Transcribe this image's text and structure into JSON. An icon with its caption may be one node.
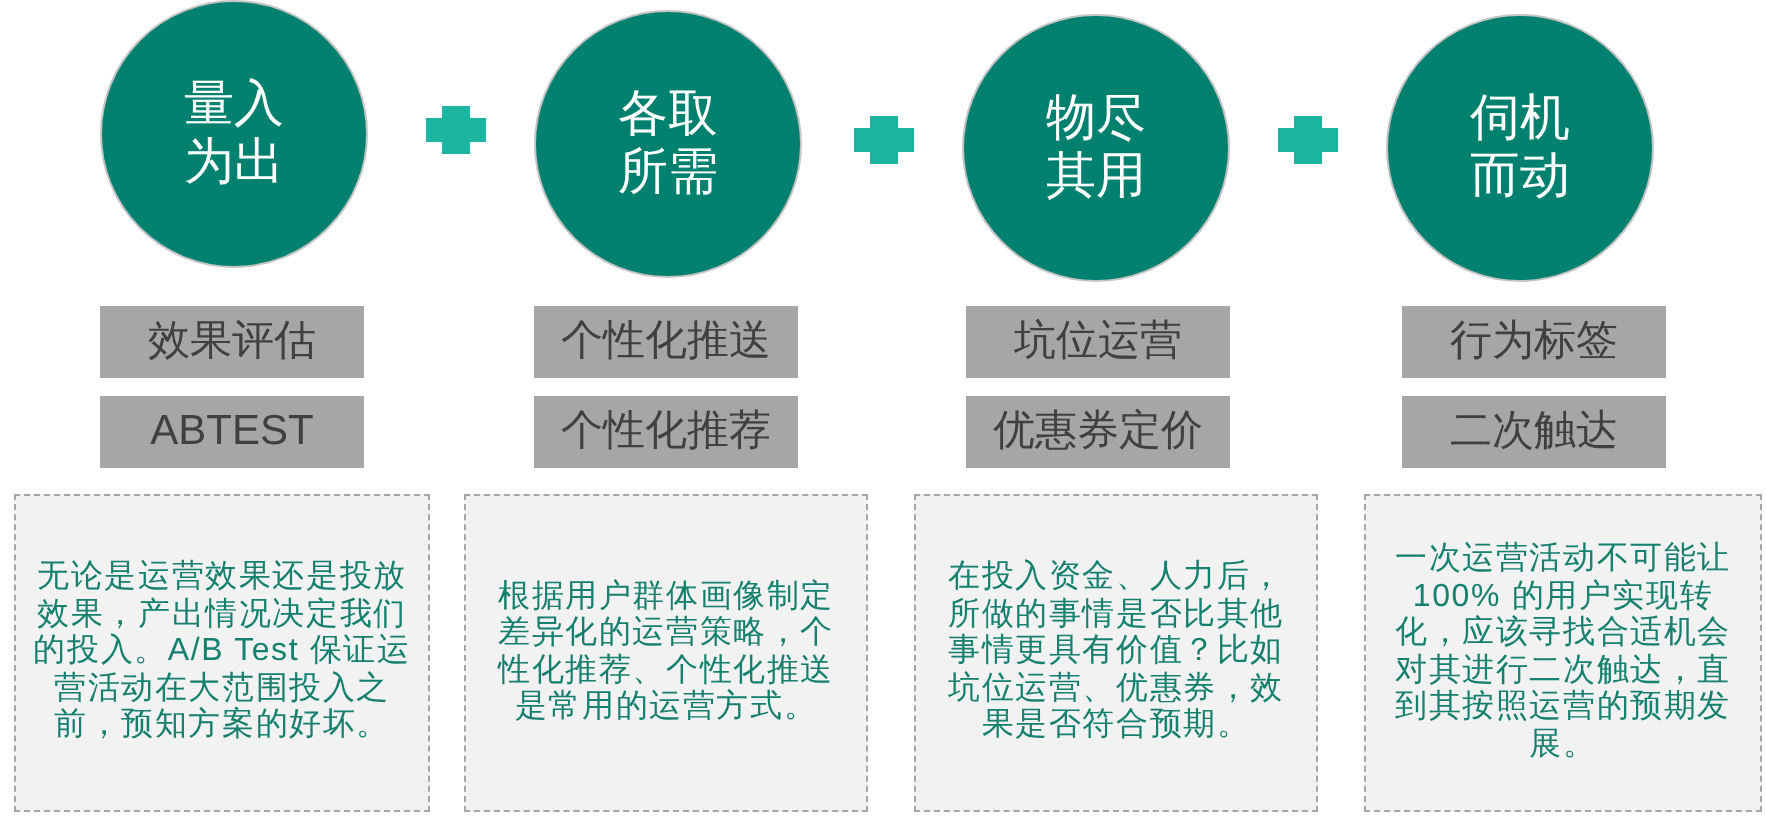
{
  "diagram": {
    "nodes": [
      {
        "text": [
          "量入为出"
        ]
      },
      {
        "text": [
          "各取所需"
        ]
      },
      {
        "text": [
          "物尽其用"
        ]
      },
      {
        "text": [
          "伺机而动"
        ]
      },
      {
        "text": [
          "效果评估"
        ]
      },
      {
        "text": [
          "个性化推送"
        ]
      },
      {
        "text": [
          "坑位运营"
        ]
      },
      {
        "text": [
          "行为标签"
        ]
      },
      {
        "text": [
          "ABTEST"
        ]
      },
      {
        "text": [
          "个性化推荐"
        ]
      },
      {
        "text": [
          "优惠券定价"
        ]
      },
      {
        "text": [
          "二次触达"
        ]
      },
      {
        "text": [
          "无论是运营效果还是投放效果，产出情况决定我们的投入。A/B Test 保证运营活动在大范围投入之前，预知方案的好坏。"
        ]
      },
      {
        "text": [
          "根据用户群体画像制定差异化的运营策略，个性化推荐、个性化推送是常用的运营方式。"
        ]
      },
      {
        "text": [
          "在投入资金、人力后，所做的事情是否比其他事情更具有价值？比如坑位运营、优惠券，效果是否符合预期。"
        ]
      },
      {
        "text": [
          "一次运营活动不可能让100% 的用户实现转化，应该寻找合适机会对其进行二次触达，直到其按照运营的预期发展。"
        ]
      }
    ]
  }
}
